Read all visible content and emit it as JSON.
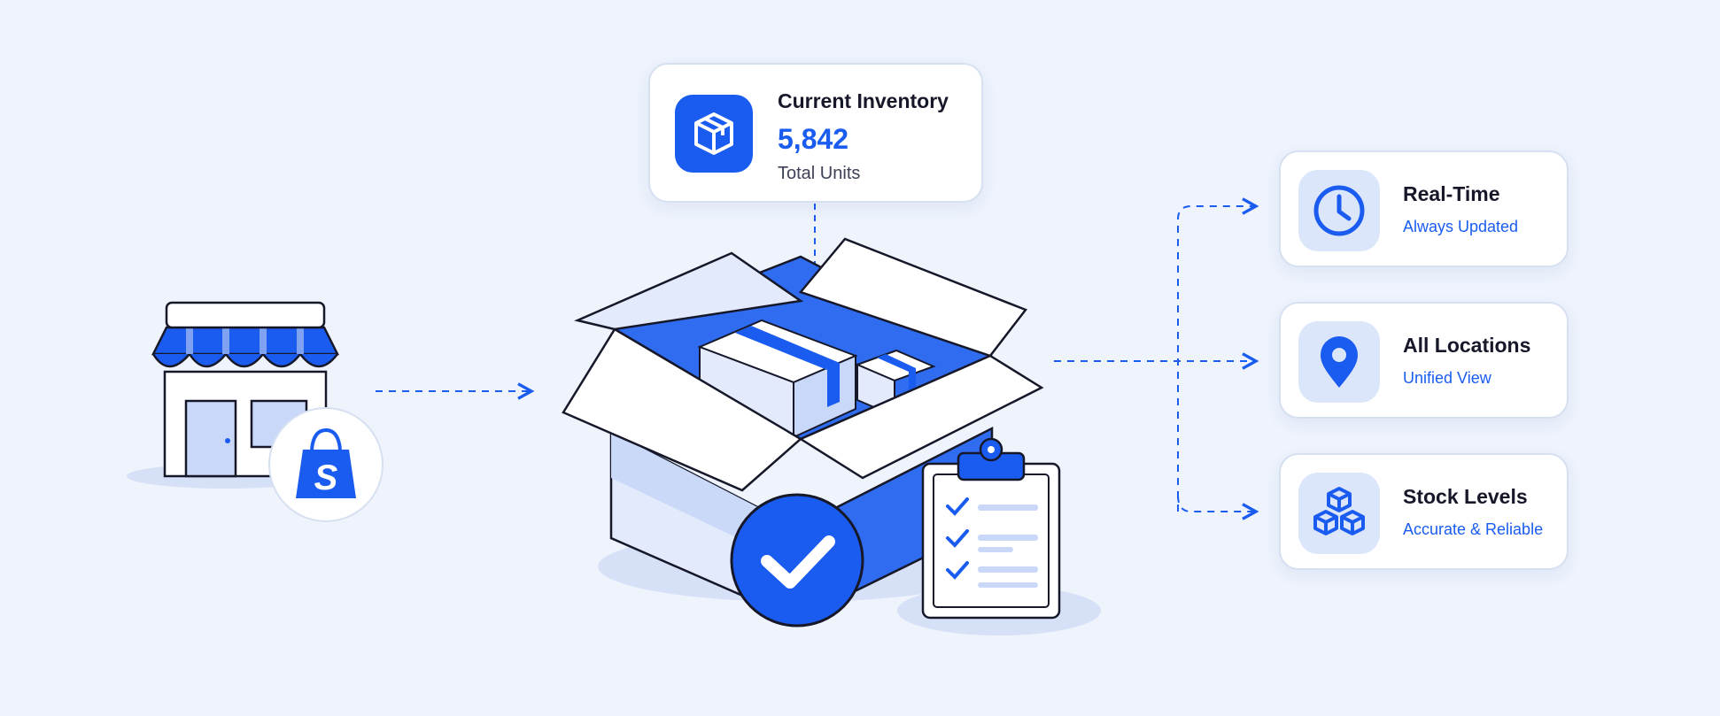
{
  "inventory": {
    "title": "Current Inventory",
    "value": "5,842",
    "subtitle": "Total Units",
    "icon": "package-box-icon"
  },
  "features": [
    {
      "title": "Real-Time",
      "subtitle": "Always Updated",
      "icon": "clock-icon"
    },
    {
      "title": "All Locations",
      "subtitle": "Unified View",
      "icon": "location-pin-icon"
    },
    {
      "title": "Stock Levels",
      "subtitle": "Accurate & Reliable",
      "icon": "stacked-cubes-icon"
    }
  ],
  "store": {
    "icon": "storefront-icon",
    "badge_icon": "shopify-bag-icon",
    "badge_letter": "S"
  },
  "colors": {
    "accent": "#1a5cf0",
    "accent_light": "#dce6fb",
    "background": "#eef3fc",
    "outline": "#16182a"
  }
}
